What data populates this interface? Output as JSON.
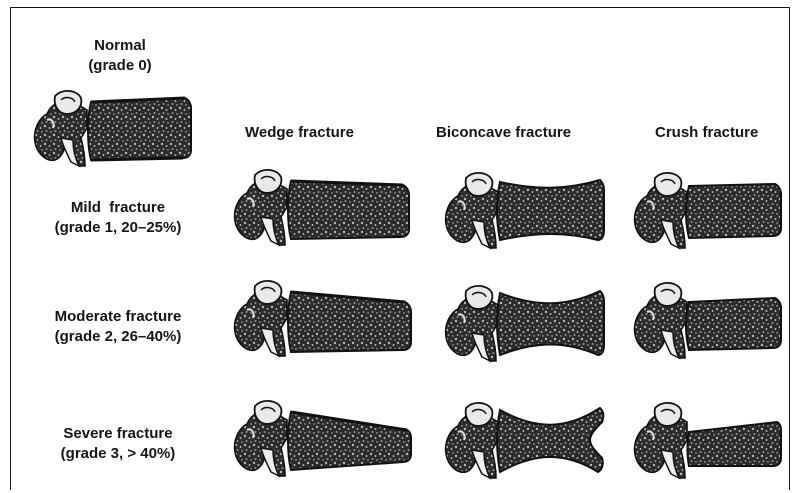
{
  "normal": {
    "line1": "Normal",
    "line2": "(grade 0)"
  },
  "columns": {
    "wedge": "Wedge fracture",
    "biconcave": "Biconcave fracture",
    "crush": "Crush fracture"
  },
  "rows": [
    {
      "line1": "Mild  fracture",
      "line2": "(grade 1, 20–25%)"
    },
    {
      "line1": "Moderate fracture",
      "line2": "(grade 2, 26–40%)"
    },
    {
      "line1": "Severe fracture",
      "line2": "(grade 3, > 40%)"
    }
  ],
  "ink_color": "#141414",
  "bone_fill": "#3a3a3a"
}
